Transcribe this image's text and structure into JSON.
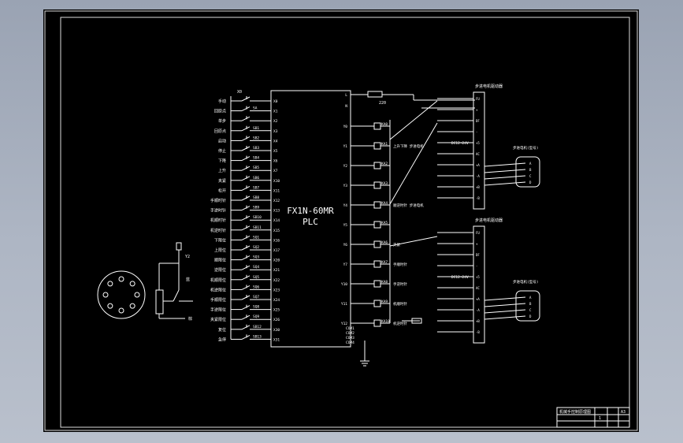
{
  "plc": {
    "model": "FX1N-60MR",
    "label": "PLC"
  },
  "input_bus_label": "X0",
  "resistor_label": "220",
  "voltage_top": "DC12~24V",
  "voltage_bottom": "DC12~24V",
  "driver_top_title": "步进电机驱动器",
  "driver_bottom_title": "步进电机驱动器",
  "motor_top_title": "步进电机(型号)",
  "motor_bottom_title": "步进电机(型号)",
  "driver_pins": [
    "FU",
    "+",
    "DF",
    "-",
    "+5",
    "AC",
    "+A",
    "-A",
    "+B",
    "-B"
  ],
  "motor_pins": [
    "A",
    "B",
    "C",
    "D"
  ],
  "inputs": [
    {
      "switch": "",
      "addr": "X0",
      "label": "手动"
    },
    {
      "switch": "SA",
      "addr": "X1",
      "label": "回原点"
    },
    {
      "switch": "",
      "addr": "X2",
      "label": "单步"
    },
    {
      "switch": "SB1",
      "addr": "X3",
      "label": "回原点"
    },
    {
      "switch": "SB2",
      "addr": "X4",
      "label": "启动"
    },
    {
      "switch": "SB3",
      "addr": "X5",
      "label": "停止"
    },
    {
      "switch": "SB4",
      "addr": "X6",
      "label": "下降"
    },
    {
      "switch": "SB5",
      "addr": "X7",
      "label": "上升"
    },
    {
      "switch": "SB6",
      "addr": "X10",
      "label": "夹紧"
    },
    {
      "switch": "SB7",
      "addr": "X11",
      "label": "松开"
    },
    {
      "switch": "SB8",
      "addr": "X12",
      "label": "手顺时针"
    },
    {
      "switch": "SB9",
      "addr": "X13",
      "label": "手逆时针"
    },
    {
      "switch": "SB10",
      "addr": "X14",
      "label": "机顺时针"
    },
    {
      "switch": "SB11",
      "addr": "X15",
      "label": "机逆时针"
    },
    {
      "switch": "SQ1",
      "addr": "X16",
      "label": "下限位"
    },
    {
      "switch": "SQ2",
      "addr": "X17",
      "label": "上限位"
    },
    {
      "switch": "SQ3",
      "addr": "X20",
      "label": "顺限位"
    },
    {
      "switch": "SQ4",
      "addr": "X21",
      "label": "逆限位"
    },
    {
      "switch": "SQ5",
      "addr": "X22",
      "label": "机顺限位"
    },
    {
      "switch": "SQ6",
      "addr": "X23",
      "label": "机逆限位"
    },
    {
      "switch": "SQ7",
      "addr": "X24",
      "label": "手顺限位"
    },
    {
      "switch": "SQ8",
      "addr": "X25",
      "label": "手逆限位"
    },
    {
      "switch": "SQ9",
      "addr": "X26",
      "label": "夹紧限位"
    },
    {
      "switch": "SB12",
      "addr": "X30",
      "label": "复位"
    },
    {
      "switch": "SB13",
      "addr": "X31",
      "label": "急停"
    }
  ],
  "outputs": [
    {
      "addr": "Y0",
      "coil": "KA0",
      "desc": ""
    },
    {
      "addr": "Y1",
      "coil": "KA1",
      "desc": "上升下降 步进电机"
    },
    {
      "addr": "Y2",
      "coil": "KA2",
      "desc": ""
    },
    {
      "addr": "Y3",
      "coil": "KA3",
      "desc": ""
    },
    {
      "addr": "Y4",
      "coil": "KA4",
      "desc": "顺逆时针 步进电机"
    },
    {
      "addr": "Y5",
      "coil": "KA5",
      "desc": ""
    },
    {
      "addr": "Y6",
      "coil": "KA6",
      "desc": "夹紧"
    },
    {
      "addr": "Y7",
      "coil": "KA7",
      "desc": "手顺时针"
    },
    {
      "addr": "Y10",
      "coil": "KA8",
      "desc": "手逆时针"
    },
    {
      "addr": "Y11",
      "coil": "KA9",
      "desc": "机顺时针"
    },
    {
      "addr": "Y12",
      "coil": "KA10",
      "desc": "机逆时针"
    }
  ],
  "com_labels": [
    "COM1",
    "COM2",
    "COM3",
    "COM4"
  ],
  "encoder": {
    "label_top": "Y2",
    "label_mid": "蓝",
    "label_bot": "棕"
  },
  "title_block": {
    "title": "机械手控制原理图",
    "sheet": "1",
    "scale": "A3"
  }
}
